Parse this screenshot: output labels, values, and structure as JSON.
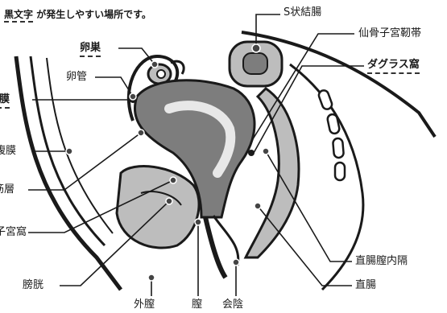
{
  "note": {
    "highlight": "黒文字",
    "rest": "が発生しやすい場所です。"
  },
  "labels": {
    "s_colon": "S状結腸",
    "uterosacral": "仙骨子宮靭帯",
    "douglas": "ダグラス窩",
    "ovary": "卵巣",
    "tube": "卵管",
    "serosa": "漿膜",
    "peritoneum": "腹膜",
    "myometrium": "筋層",
    "vesicouterine": "子宮窩",
    "bladder": "膀胱",
    "vulva": "外膣",
    "vagina": "膣",
    "perineum": "会陰",
    "rectovaginal": "直腸膣内隔",
    "rectum": "直腸"
  },
  "colors": {
    "uterus": "#7d7d7d",
    "tissue": "#bdbdbd",
    "outline": "#1a1a1a",
    "fill_light": "#e8e8e8"
  }
}
